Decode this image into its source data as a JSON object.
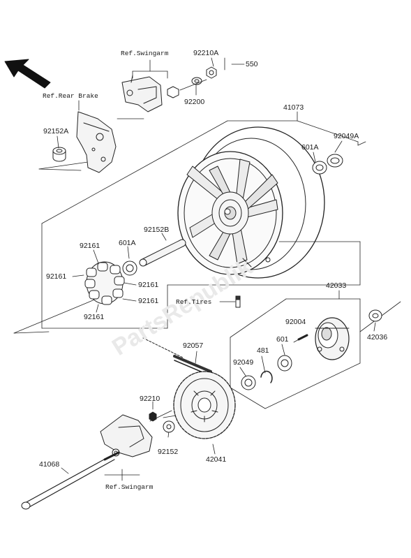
{
  "diagram": {
    "direction_arrow": "front-arrow-icon",
    "references": {
      "swingarm_top": "Ref.Swingarm",
      "rear_brake": "Ref.Rear Brake",
      "tires": "Ref.Tires",
      "swingarm_bottom": "Ref.Swingarm"
    },
    "parts": {
      "p92210A": "92210A",
      "p550": "550",
      "p92200": "92200",
      "p41073": "41073",
      "p92152A": "92152A",
      "p92049A": "92049A",
      "p601A_right": "601A",
      "p92152B": "92152B",
      "p601A_left": "601A",
      "p92161_top": "92161",
      "p92161_left": "92161",
      "p92161_right_a": "92161",
      "p92161_right_b": "92161",
      "p92161_bottom": "92161",
      "p42033": "42033",
      "p92004": "92004",
      "p42036": "42036",
      "p92057": "92057",
      "p481": "481",
      "p601": "601",
      "p92049": "92049",
      "p92210": "92210",
      "p41068": "41068",
      "p92152": "92152",
      "p42041": "42041"
    }
  }
}
